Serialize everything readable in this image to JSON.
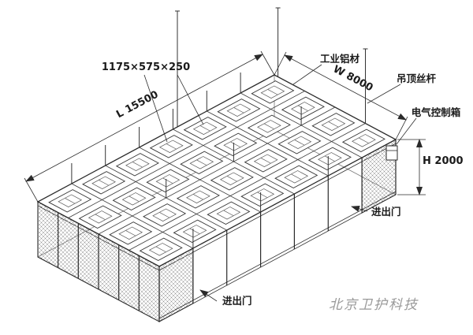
{
  "diagram": {
    "labels": {
      "unit_size": "1175×575×250",
      "material": "工业铝材",
      "width": "W 8000",
      "rod": "吊顶丝杆",
      "control_box": "电气控制箱",
      "height": "H 2000",
      "length": "L 15500",
      "door_right": "进出门",
      "door_bottom": "进出门"
    },
    "watermark": "北京卫护科技",
    "colors": {
      "line": "#2a2a2a",
      "mesh": "#8a8a8a",
      "watermark": "#9a9a9a",
      "background": "#ffffff"
    }
  }
}
